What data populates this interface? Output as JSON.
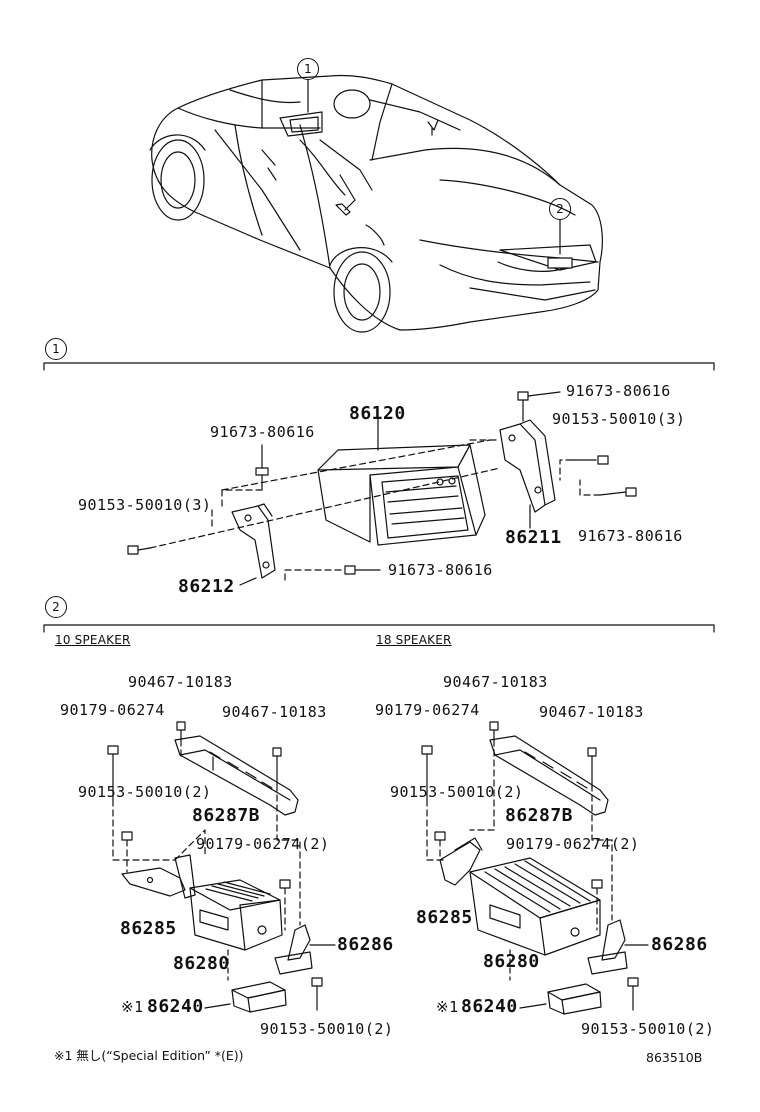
{
  "callouts": {
    "one": "1",
    "two": "2"
  },
  "section1": {
    "unit": "86120",
    "bracket_right": "86211",
    "bracket_left": "86212",
    "screw_top_right": "91673-80616",
    "screw_upper_left": "91673-80616",
    "screw_right": "91673-80616",
    "screw_bottom": "91673-80616",
    "nut_right": "90153-50010(3)",
    "nut_left": "90153-50010(3)"
  },
  "section2": {
    "left": {
      "header": "10 SPEAKER",
      "bolt_top": "90467-10183",
      "bolt_top_right": "90467-10183",
      "nut_top_left": "90179-06274",
      "nut_mid": "90153-50010(2)",
      "bracket_top": "86287B",
      "nut_mid_right": "90179-06274(2)",
      "bracket_left": "86285",
      "bracket_right": "86286",
      "amplifier": "86280",
      "module_mark": "※1",
      "module": "86240",
      "nut_bottom": "90153-50010(2)"
    },
    "right": {
      "header": "18 SPEAKER",
      "bolt_top": "90467-10183",
      "bolt_top_right": "90467-10183",
      "nut_top_left": "90179-06274",
      "nut_mid": "90153-50010(2)",
      "bracket_top": "86287B",
      "nut_mid_right": "90179-06274(2)",
      "bracket_left": "86285",
      "bracket_right": "86286",
      "amplifier": "86280",
      "module_mark": "※1",
      "module": "86240",
      "nut_bottom": "90153-50010(2)"
    }
  },
  "footnote": "※1 無し(“Special Edition” *(E))",
  "diagram_code": "863510B"
}
